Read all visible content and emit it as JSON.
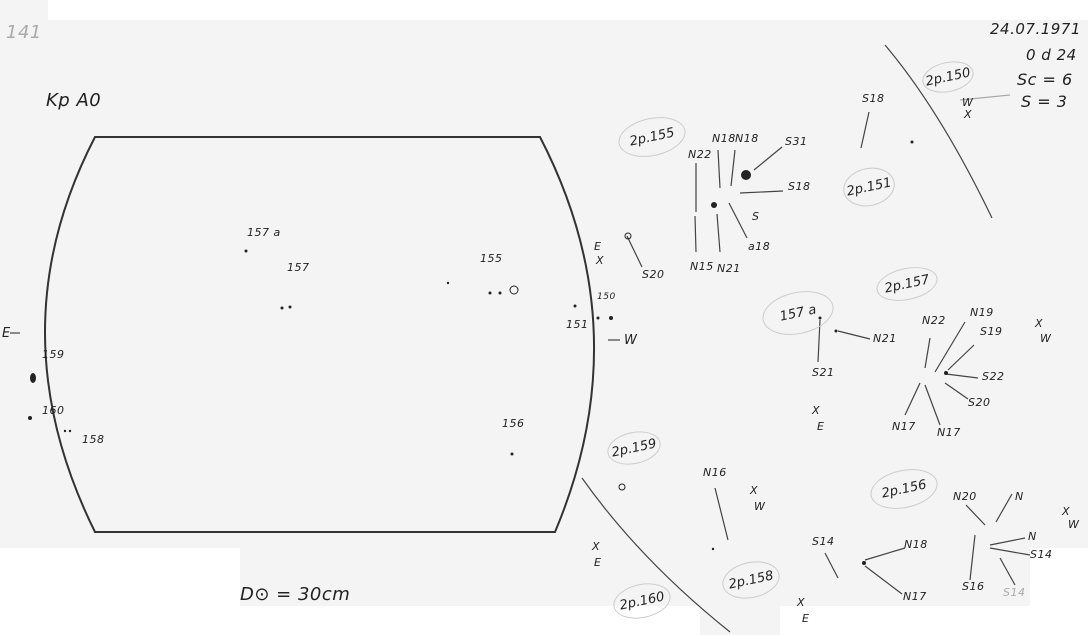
{
  "sheet_number": "141",
  "kp_label": "Kp A0",
  "date": "24.07.1971",
  "time": "0 d 24",
  "sc": "Sc = 6",
  "s": "S = 3",
  "diameter": "D⊙ = 30cm",
  "disk_labels": {
    "g157a": "157 a",
    "g157": "157",
    "g155": "155",
    "g150": "150",
    "g151": "151",
    "g159": "159",
    "g160": "160",
    "g158": "158",
    "g156": "156",
    "east": "E",
    "west": "W"
  },
  "groups": {
    "gr155": "2p.155",
    "gr150": "2p.150",
    "gr151": "2p.151",
    "gr157": "2p.157",
    "gr157a": "157 a",
    "gr159": "2p.159",
    "gr158": "2p.158",
    "gr160": "2p.160",
    "gr156": "2p.156"
  },
  "annotations": {
    "n22a": "N22",
    "n18a": "N18",
    "n18b": "N18",
    "s31": "S31",
    "s18a": "S18",
    "s_a": "S",
    "n15": "N15",
    "n21a": "N21",
    "a18": "a18",
    "s20a": "S20",
    "s18b": "S18",
    "n21b": "N21",
    "s21": "S21",
    "n22b": "N22",
    "n19": "N19",
    "s19": "S19",
    "s22": "S22",
    "s20b": "S20",
    "n17a": "N17",
    "n17b": "N17",
    "n16": "N16",
    "s14a": "S14",
    "n18c": "N18",
    "n17c": "N17",
    "n20": "N20",
    "n_a": "N",
    "n_b": "N",
    "s14b": "S14",
    "s16": "S16",
    "s14c": "S14"
  },
  "compass": {
    "x": "X",
    "e": "E",
    "w": "W"
  }
}
